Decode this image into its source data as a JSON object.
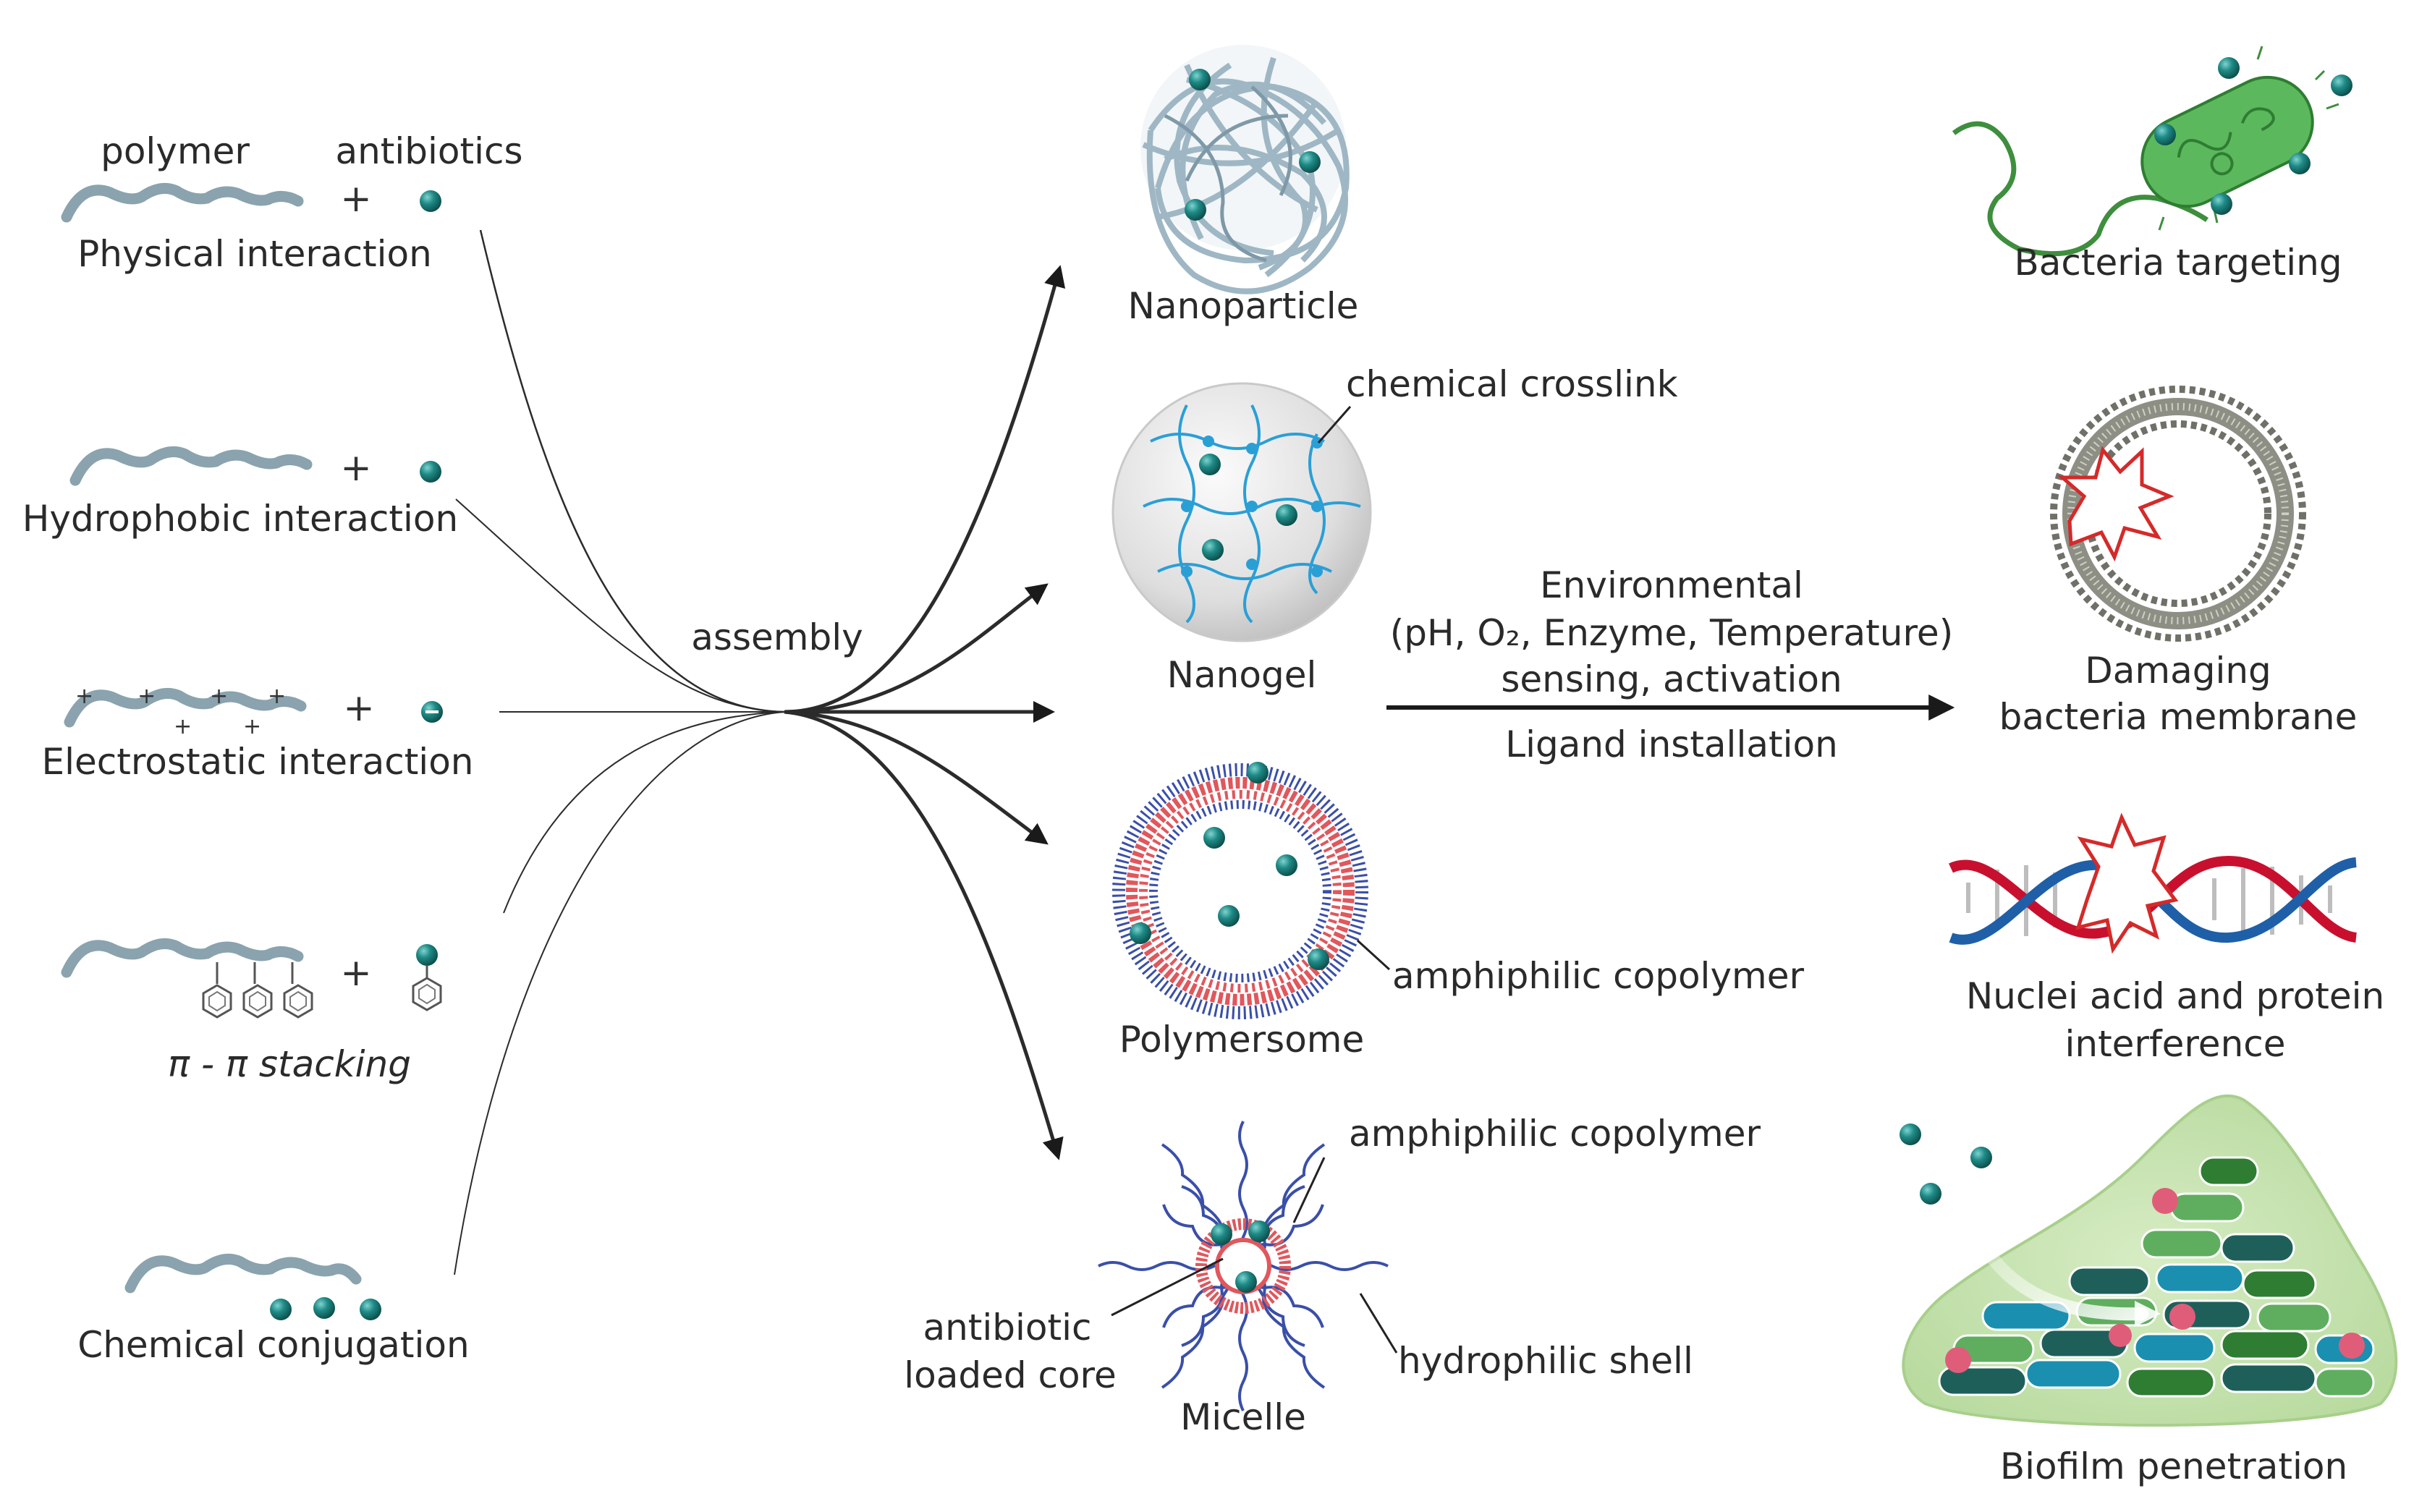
{
  "interactions": [
    {
      "label": "polymer"
    },
    {
      "label": "antibiotics"
    },
    {
      "label": "Physical interaction"
    },
    {
      "label": "Hydrophobic interaction"
    },
    {
      "label": "Electrostatic interaction"
    },
    {
      "label": "π - π  stacking"
    },
    {
      "label": "Chemical conjugation"
    }
  ],
  "plus_sign": "+",
  "assembly_label": "assembly",
  "carriers": {
    "nanoparticle": "Nanoparticle",
    "nanogel": "Nanogel",
    "chemical_crosslink": "chemical crosslink",
    "polymersome": "Polymersome",
    "amphiphilic_copolymer_1": "amphiphilic copolymer",
    "micelle": "Micelle",
    "amphiphilic_copolymer_2": "amphiphilic copolymer",
    "antibiotic_core_line1": "antibiotic",
    "antibiotic_core_line2": "loaded core",
    "hydrophilic_shell": "hydrophilic shell"
  },
  "middle_text": {
    "line1": "Environmental",
    "line2": "(pH, O₂, Enzyme, Temperature)",
    "line3": "sensing, activation",
    "line4": "Ligand installation"
  },
  "outcomes": {
    "bacteria_targeting": "Bacteria targeting",
    "damaging_line1": "Damaging",
    "damaging_line2": "bacteria membrane",
    "nuclei_line1": "Nuclei acid and protein",
    "nuclei_line2": "interference",
    "biofilm": "Biofilm penetration"
  },
  "colors": {
    "polymer": "#8aa3ae",
    "antibiotic": "#1f8a86",
    "nanogel_blue": "#2a9fd6",
    "shell_red": "#e0575c",
    "shell_blue": "#3a4fa8",
    "bacteria_green": "#5cb85c",
    "membrane_gray": "#8d8f85",
    "dna_red": "#c8102e",
    "dna_blue": "#1f5fa8"
  }
}
